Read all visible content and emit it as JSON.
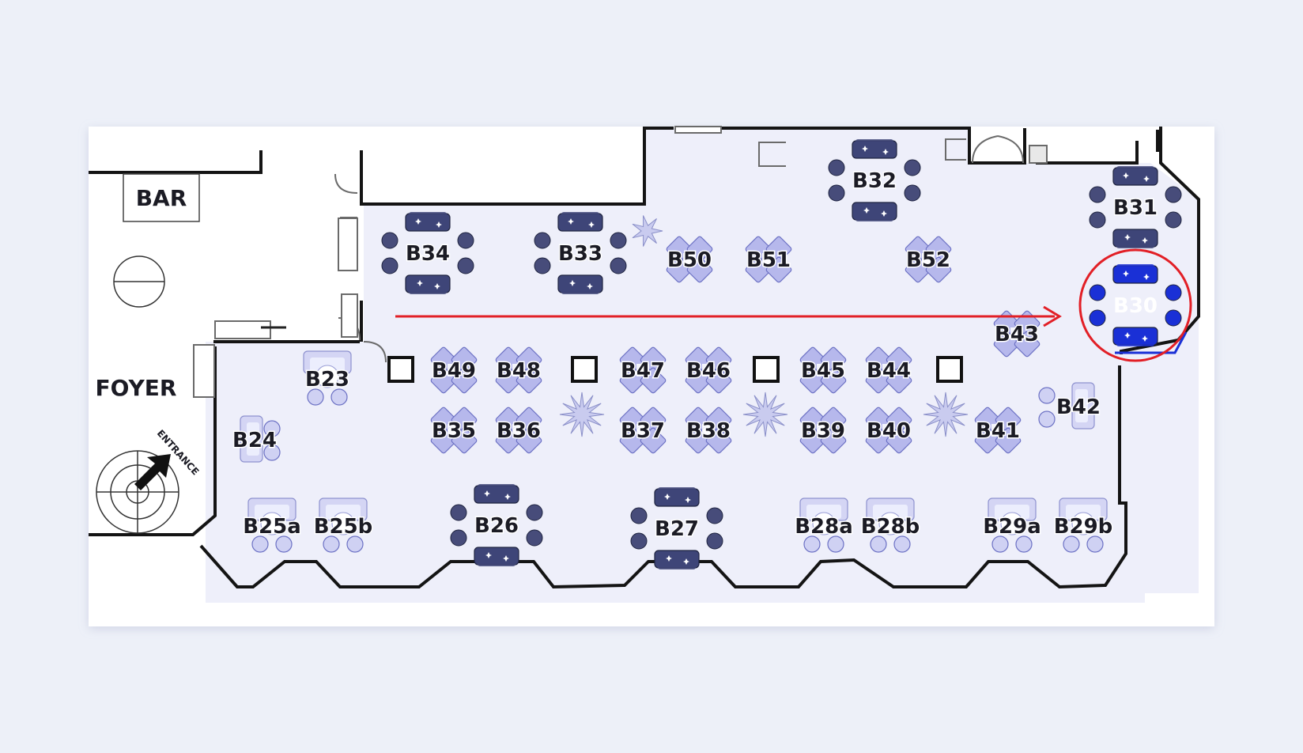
{
  "map": {
    "rooms": {
      "bar": "BAR",
      "foyer": "FOYER",
      "entrance": "ENTRANCE"
    },
    "highlighted_table": "B30",
    "route": {
      "from": "entrance",
      "to": "B30",
      "color": "#e21f26"
    },
    "colors": {
      "floor": "#eeeffa",
      "wall": "#141414",
      "booth_dark": "#3e4578",
      "booth_light": "#b6b8ec",
      "highlight": "#1a30d6",
      "highlight_ring": "#e21f26"
    },
    "tables": [
      {
        "id": "B23",
        "label": "B23",
        "kind": "sofa"
      },
      {
        "id": "B24",
        "label": "B24",
        "kind": "sofa-side"
      },
      {
        "id": "B25a",
        "label": "B25a",
        "kind": "sofa"
      },
      {
        "id": "B25b",
        "label": "B25b",
        "kind": "sofa"
      },
      {
        "id": "B26",
        "label": "B26",
        "kind": "booth"
      },
      {
        "id": "B27",
        "label": "B27",
        "kind": "booth"
      },
      {
        "id": "B28a",
        "label": "B28a",
        "kind": "sofa"
      },
      {
        "id": "B28b",
        "label": "B28b",
        "kind": "sofa"
      },
      {
        "id": "B29a",
        "label": "B29a",
        "kind": "sofa"
      },
      {
        "id": "B29b",
        "label": "B29b",
        "kind": "sofa"
      },
      {
        "id": "B30",
        "label": "B30",
        "kind": "booth-highlight"
      },
      {
        "id": "B31",
        "label": "B31",
        "kind": "booth"
      },
      {
        "id": "B32",
        "label": "B32",
        "kind": "booth"
      },
      {
        "id": "B33",
        "label": "B33",
        "kind": "booth"
      },
      {
        "id": "B34",
        "label": "B34",
        "kind": "booth"
      },
      {
        "id": "B35",
        "label": "B35",
        "kind": "quad"
      },
      {
        "id": "B36",
        "label": "B36",
        "kind": "quad"
      },
      {
        "id": "B37",
        "label": "B37",
        "kind": "quad"
      },
      {
        "id": "B38",
        "label": "B38",
        "kind": "quad"
      },
      {
        "id": "B39",
        "label": "B39",
        "kind": "quad"
      },
      {
        "id": "B40",
        "label": "B40",
        "kind": "quad"
      },
      {
        "id": "B41",
        "label": "B41",
        "kind": "quad"
      },
      {
        "id": "B42",
        "label": "B42",
        "kind": "sofa-side"
      },
      {
        "id": "B43",
        "label": "B43",
        "kind": "quad"
      },
      {
        "id": "B44",
        "label": "B44",
        "kind": "quad"
      },
      {
        "id": "B45",
        "label": "B45",
        "kind": "quad"
      },
      {
        "id": "B46",
        "label": "B46",
        "kind": "quad"
      },
      {
        "id": "B47",
        "label": "B47",
        "kind": "quad"
      },
      {
        "id": "B48",
        "label": "B48",
        "kind": "quad"
      },
      {
        "id": "B49",
        "label": "B49",
        "kind": "quad"
      },
      {
        "id": "B50",
        "label": "B50",
        "kind": "quad"
      },
      {
        "id": "B51",
        "label": "B51",
        "kind": "quad"
      },
      {
        "id": "B52",
        "label": "B52",
        "kind": "quad"
      }
    ]
  }
}
